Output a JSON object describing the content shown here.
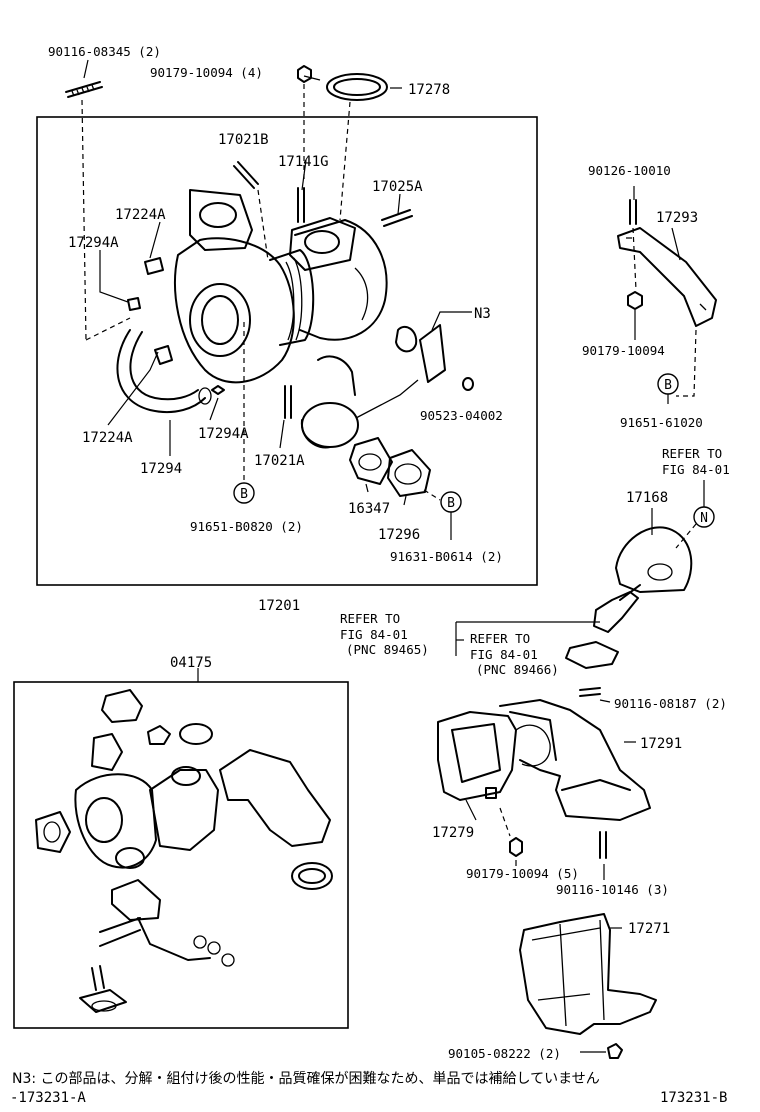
{
  "labels": {
    "l_90116_08345": "90116-08345 (2)",
    "l_90179_10094_4": "90179-10094 (4)",
    "l_17278": "17278",
    "l_17021B": "17021B",
    "l_17141G": "17141G",
    "l_17025A": "17025A",
    "l_17224A_top": "17224A",
    "l_17294A_top": "17294A",
    "l_17224A_bot": "17224A",
    "l_17294A_bot": "17294A",
    "l_17294": "17294",
    "l_17021A": "17021A",
    "l_N3": "N3",
    "l_90523": "90523-04002",
    "l_16347": "16347",
    "l_17296": "17296",
    "l_91651_B0820": "91651-B0820 (2)",
    "l_91631_B0614": "91631-B0614 (2)",
    "l_17201": "17201",
    "l_90126": "90126-10010",
    "l_17293": "17293",
    "l_90179_10094": "90179-10094",
    "l_91651_61020": "91651-61020",
    "l_refer1_a": "REFER TO",
    "l_refer1_b": "FIG 84-01",
    "l_17168": "17168",
    "l_refer2_a": "REFER TO",
    "l_refer2_b": "FIG 84-01",
    "l_refer2_c": "(PNC 89465)",
    "l_refer3_a": "REFER TO",
    "l_refer3_b": "FIG 84-01",
    "l_refer3_c": "(PNC 89466)",
    "l_04175": "04175",
    "l_90116_08187": "90116-08187 (2)",
    "l_17291": "17291",
    "l_17279": "17279",
    "l_90179_10094_5": "90179-10094 (5)",
    "l_90116_10146": "90116-10146 (3)",
    "l_17271": "17271",
    "l_90105_08222": "90105-08222 (2)"
  },
  "callouts": {
    "b": "B",
    "n": "N"
  },
  "footer": {
    "note": "N3: この部品は、分解・組付け後の性能・品質確保が困難なため、単品では補給していません",
    "code_left": "-173231-A",
    "code_right": "173231-B"
  }
}
